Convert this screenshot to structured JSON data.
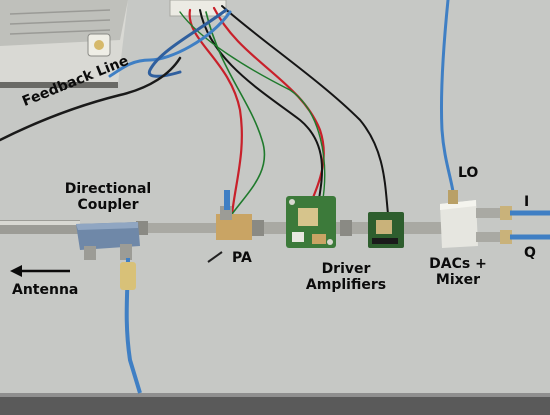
{
  "labels": {
    "feedback_line": "Feedback Line",
    "directional_coupler": "Directional Coupler",
    "pa": "PA",
    "driver_amplifiers": "Driver Amplifiers",
    "dacs_mixer": "DACs + Mixer",
    "lo": "LO",
    "i": "I",
    "q": "Q",
    "antenna": "Antenna"
  },
  "icons": {
    "antenna_arrow": "left-arrow-icon"
  },
  "colors": {
    "bench": "#c5c7c4",
    "board_green": "#3c7a3a",
    "coax_blue": "#3f7fc4",
    "wire_red": "#c8202a",
    "wire_black": "#151515",
    "label_text": "#0b0b0b"
  }
}
